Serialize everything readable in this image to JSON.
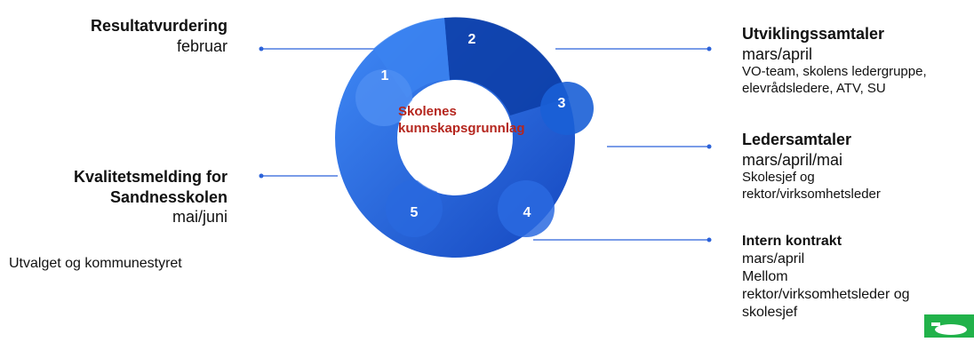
{
  "center": {
    "line1": "Skolenes",
    "line2": "kunnskapsgrunnlag"
  },
  "segments": [
    "1",
    "2",
    "3",
    "4",
    "5"
  ],
  "left": {
    "resultat": {
      "title": "Resultatvurdering",
      "when": "februar"
    },
    "kvalitet": {
      "title_line1": "Kvalitetsmelding for",
      "title_line2": "Sandnesskolen",
      "when": "mai/juni",
      "who": "Utvalget og kommunestyret"
    }
  },
  "right": {
    "utvikling": {
      "title": "Utviklingssamtaler",
      "when": "mars/april",
      "who_line1": "VO-team,  skolens ledergruppe,",
      "who_line2": "elevrådsledere, ATV, SU"
    },
    "leder": {
      "title": "Ledersamtaler",
      "when": "mars/april/mai",
      "who_line1": "Skolesjef og",
      "who_line2": "rektor/virksomhetsleder"
    },
    "intern": {
      "title": "Intern kontrakt",
      "when": "mars/april",
      "who_line1": "Mellom",
      "who_line2": "rektor/virksomhetsleder og",
      "who_line3": "skolesjef"
    }
  },
  "colors": {
    "ring": "#1a5fd6",
    "ring_dark": "#0d3fa8",
    "ring_light": "#3b82f0",
    "center_text": "#b5261e",
    "line": "#2b62d9"
  }
}
